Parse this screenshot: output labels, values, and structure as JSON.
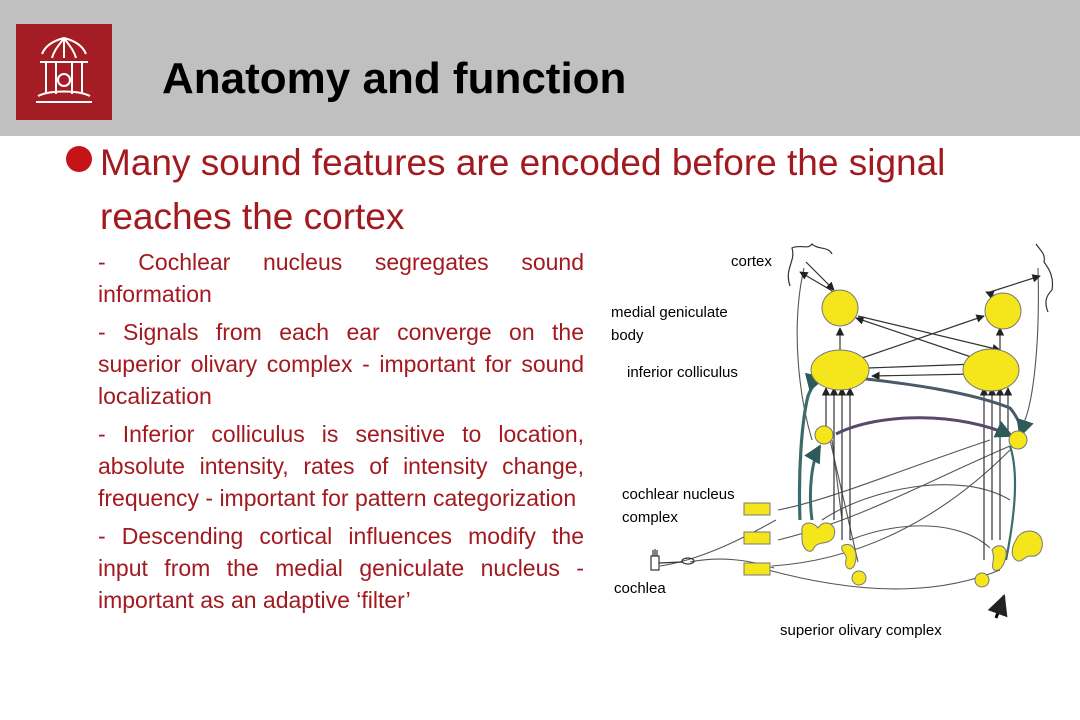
{
  "slide": {
    "title": "Anatomy and function",
    "bullet": "Many sound features are encoded before the signal reaches the cortex",
    "subpoints": [
      "- Cochlear nucleus segregates sound information",
      "- Signals from each ear converge on the superior olivary complex - important for sound localization",
      "- Inferior colliculus is sensitive to location, absolute intensity, rates of intensity change, frequency - important for pattern categorization",
      "- Descending cortical influences modify the input from the medial geniculate nucleus - important as an adaptive ‘filter’"
    ]
  },
  "diagram": {
    "labels": {
      "cortex": "cortex",
      "mgb_line1": "medial geniculate",
      "mgb_line2": "body",
      "ic": "inferior colliculus",
      "cn_line1": "cochlear nucleus",
      "cn_line2": "complex",
      "cochlea": "cochlea",
      "soc": "superior olivary complex"
    }
  },
  "colors": {
    "header_bg": "#c0c0c0",
    "logo_bg": "#a51d24",
    "text_red": "#a2191f",
    "nucleus_yellow": "#f5e61b",
    "pathway_teal": "#3d6b6b",
    "pathway_purple": "#6b4a6b"
  },
  "icons": {
    "logo": "old-well-logo-icon",
    "bullet": "bullet-dot-icon",
    "ear": "cochlea-hair-cell-icon"
  }
}
